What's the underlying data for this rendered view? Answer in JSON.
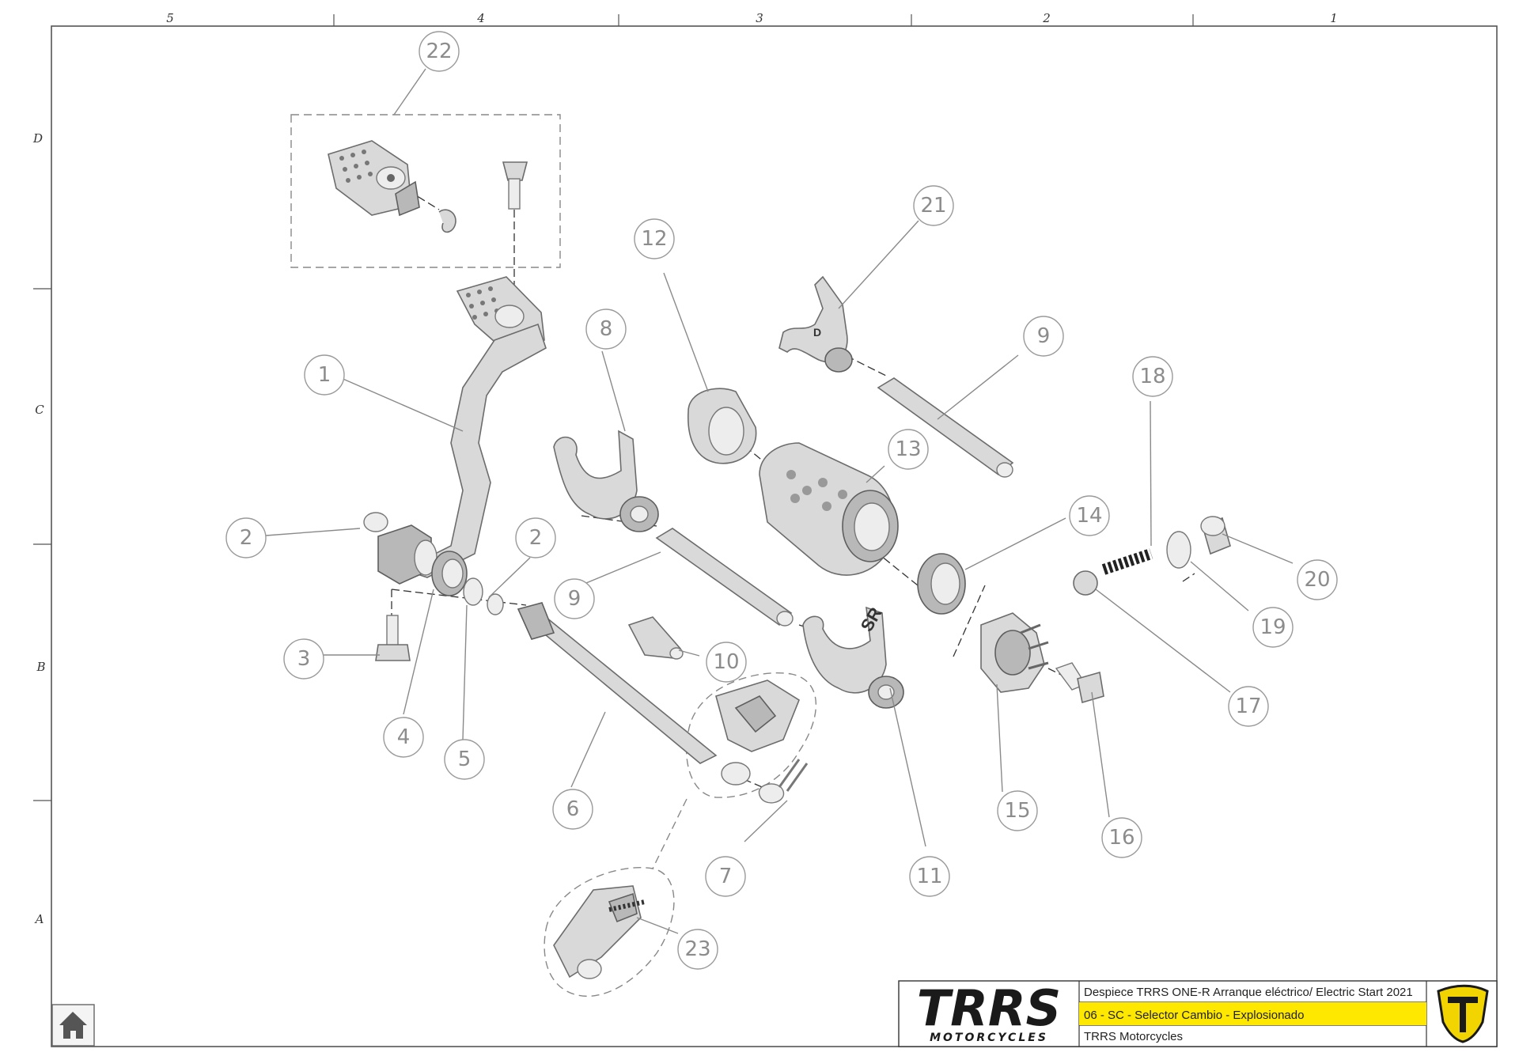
{
  "border": {
    "columns": [
      "5",
      "4",
      "3",
      "2",
      "1"
    ],
    "rows": [
      "D",
      "C",
      "B",
      "A"
    ]
  },
  "callouts": [
    "1",
    "2",
    "2",
    "3",
    "4",
    "5",
    "6",
    "7",
    "8",
    "9",
    "9",
    "10",
    "11",
    "12",
    "13",
    "14",
    "15",
    "16",
    "17",
    "18",
    "19",
    "20",
    "21",
    "22",
    "23"
  ],
  "title_block": {
    "logo_main": "TRRS",
    "logo_sub": "MOTORCYCLES",
    "line1": "Despiece TRRS ONE-R  Arranque eléctrico/ Electric Start 2021",
    "line2": "06 - SC - Selector Cambio - Explosionado",
    "line3": "TRRS Motorcycles"
  },
  "part_marks": {
    "fork_right": "SR",
    "fork_top": "D"
  },
  "colors": {
    "highlight": "#ffe800",
    "logo_dark": "#1a1a1a",
    "emblem_yellow": "#f2d400"
  },
  "icons": {
    "home": "home-icon",
    "emblem": "trrs-emblem-icon"
  }
}
